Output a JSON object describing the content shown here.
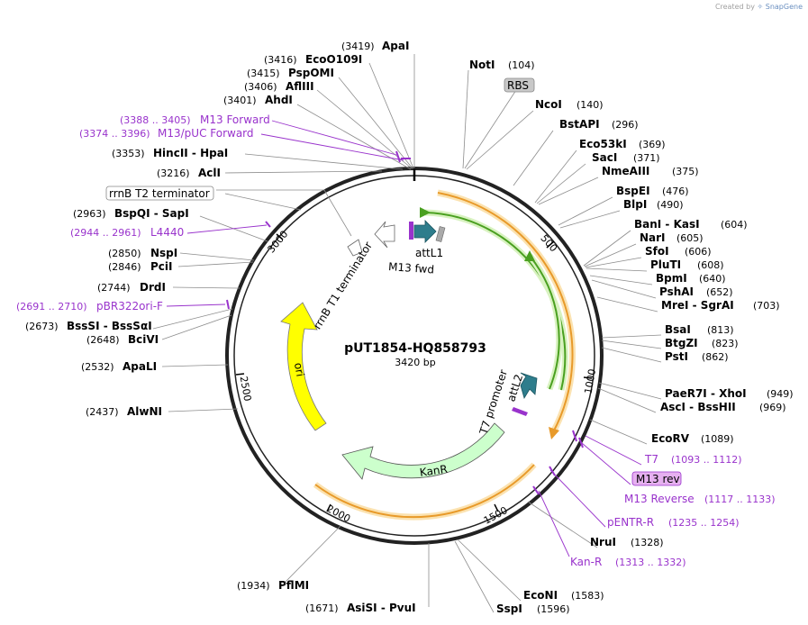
{
  "credit": {
    "prefix": "Created by",
    "brand": "SnapGene"
  },
  "plasmid": {
    "name": "pUT1854-HQ858793",
    "length": "3420 bp"
  },
  "ticks": [
    "500",
    "1000",
    "1500",
    "2000",
    "2500",
    "3000"
  ],
  "features": {
    "rbs": "RBS",
    "m13rev_box": "M13 rev",
    "rrnb_t2": "rrnB T2 terminator",
    "rrnb_t1": "rrnB T1 terminator",
    "attl1": "attL1",
    "m13fwd": "M13 fwd",
    "t7prom": "T7 promoter",
    "attl2": "attL2",
    "ori": "ori",
    "kanr": "KanR"
  },
  "enzymes_right": [
    {
      "name": "NotI",
      "pos": "(104)"
    },
    {
      "name": "NcoI",
      "pos": "(140)"
    },
    {
      "name": "BstAPI",
      "pos": "(296)"
    },
    {
      "name": "Eco53kI",
      "pos": "(369)"
    },
    {
      "name": "SacI",
      "pos": "(371)"
    },
    {
      "name": "NmeAIII",
      "pos": "(375)"
    },
    {
      "name": "BspEI",
      "pos": "(476)"
    },
    {
      "name": "BlpI",
      "pos": "(490)"
    },
    {
      "name": "BanI - KasI",
      "pos": "(604)"
    },
    {
      "name": "NarI",
      "pos": "(605)"
    },
    {
      "name": "SfoI",
      "pos": "(606)"
    },
    {
      "name": "PluTI",
      "pos": "(608)"
    },
    {
      "name": "BpmI",
      "pos": "(640)"
    },
    {
      "name": "PshAI",
      "pos": "(652)"
    },
    {
      "name": "MreI - SgrAI",
      "pos": "(703)"
    },
    {
      "name": "BsaI",
      "pos": "(813)"
    },
    {
      "name": "BtgZI",
      "pos": "(823)"
    },
    {
      "name": "PstI",
      "pos": "(862)"
    },
    {
      "name": "PaeR7I - XhoI",
      "pos": "(949)"
    },
    {
      "name": "AscI - BssHII",
      "pos": "(969)"
    },
    {
      "name": "EcoRV",
      "pos": "(1089)"
    },
    {
      "name": "NruI",
      "pos": "(1328)"
    },
    {
      "name": "EcoNI",
      "pos": "(1583)"
    },
    {
      "name": "SspI",
      "pos": "(1596)"
    }
  ],
  "primers_right": [
    {
      "name": "T7",
      "range": "(1093 .. 1112)"
    },
    {
      "name": "M13 Reverse",
      "range": "(1117 .. 1133)"
    },
    {
      "name": "pENTR-R",
      "range": "(1235 .. 1254)"
    },
    {
      "name": "Kan-R",
      "range": "(1313 .. 1332)"
    }
  ],
  "enzymes_left": [
    {
      "name": "ApaI",
      "pos": "(3419)"
    },
    {
      "name": "EcoO109I",
      "pos": "(3416)"
    },
    {
      "name": "PspOMI",
      "pos": "(3415)"
    },
    {
      "name": "AflIII",
      "pos": "(3406)"
    },
    {
      "name": "AhdI",
      "pos": "(3401)"
    },
    {
      "name": "HincII - HpaI",
      "pos": "(3353)"
    },
    {
      "name": "AclI",
      "pos": "(3216)"
    },
    {
      "name": "BspQI - SapI",
      "pos": "(2963)"
    },
    {
      "name": "NspI",
      "pos": "(2850)"
    },
    {
      "name": "PciI",
      "pos": "(2846)"
    },
    {
      "name": "DrdI",
      "pos": "(2744)"
    },
    {
      "name": "BssSI - BssSαI",
      "pos": "(2673)"
    },
    {
      "name": "BciVI",
      "pos": "(2648)"
    },
    {
      "name": "ApaLI",
      "pos": "(2532)"
    },
    {
      "name": "AlwNI",
      "pos": "(2437)"
    },
    {
      "name": "PflMI",
      "pos": "(1934)"
    },
    {
      "name": "AsiSI - PvuI",
      "pos": "(1671)"
    }
  ],
  "primers_left": [
    {
      "name": "M13 Forward",
      "range": "(3388 .. 3405)"
    },
    {
      "name": "M13/pUC Forward",
      "range": "(3374 .. 3396)"
    },
    {
      "name": "L4440",
      "range": "(2944 .. 2961)"
    },
    {
      "name": "pBR322ori-F",
      "range": "(2691 .. 2710)"
    }
  ],
  "colors": {
    "backbone": "#222222",
    "primer": "#9933cc",
    "ori": "#ffff00",
    "kanr": "#ccffcc",
    "att": "#2e7d8c",
    "orange": "#f0a030",
    "green": "#5fb030"
  }
}
